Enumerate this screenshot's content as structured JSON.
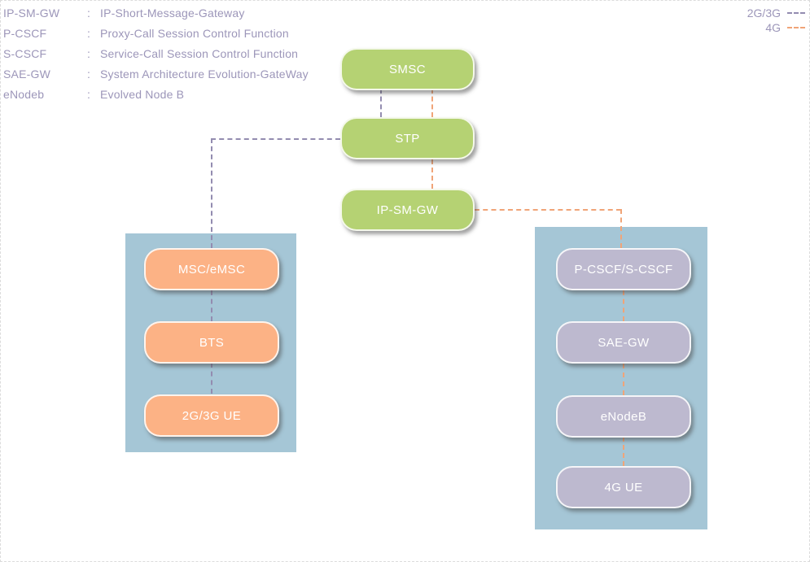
{
  "glossary": {
    "separator": ":",
    "items": [
      {
        "abbr": "IP-SM-GW",
        "definition": "IP-Short-Message-Gateway"
      },
      {
        "abbr": "P-CSCF",
        "definition": "Proxy-Call Session Control Function"
      },
      {
        "abbr": "S-CSCF",
        "definition": "Service-Call Session Control Function"
      },
      {
        "abbr": "SAE-GW",
        "definition": "System Architecture Evolution-GateWay"
      },
      {
        "abbr": "eNodeb",
        "definition": "Evolved Node B"
      }
    ]
  },
  "line_legend": {
    "items": [
      {
        "label": "2G/3G",
        "color": "#938cb0"
      },
      {
        "label": "4G",
        "color": "#f0a478"
      }
    ]
  },
  "core_chain": [
    {
      "label": "SMSC"
    },
    {
      "label": "STP"
    },
    {
      "label": "IP-SM-GW"
    }
  ],
  "left_chain": [
    {
      "label": "MSC/eMSC"
    },
    {
      "label": "BTS"
    },
    {
      "label": "2G/3G UE"
    }
  ],
  "right_chain": [
    {
      "label": "P-CSCF/S-CSCF"
    },
    {
      "label": "SAE-GW"
    },
    {
      "label": "eNodeB"
    },
    {
      "label": "4G UE"
    }
  ],
  "colors": {
    "core_node": "#b5d273",
    "left_node": "#fcb285",
    "right_node": "#bdb9cf",
    "access_panel": "#a5c6d6",
    "line_2g3g": "#938cb0",
    "line_4g": "#f0a478",
    "legend_text": "#9c96b9"
  }
}
